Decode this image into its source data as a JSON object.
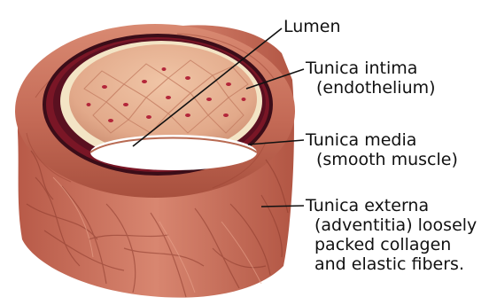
{
  "labels": {
    "lumen": "Lumen",
    "intima": {
      "line1": "Tunica intima",
      "line2": "(endothelium)"
    },
    "media": {
      "line1": "Tunica media",
      "line2": "(smooth muscle)"
    },
    "externa": {
      "line1": "Tunica externa",
      "line2": "(adventitia) loosely",
      "line3": "packed collagen",
      "line4": "and elastic fibers."
    }
  },
  "colors": {
    "adventitia": "#c96f5c",
    "adventitia_dark": "#9c4535",
    "media": "#7a1626",
    "media_dark": "#3b0d18",
    "intima": "#f3e4c5",
    "lumen_wall": "#e7b394",
    "lumen": "#ffffff",
    "leader_line": "#111111",
    "text": "#111111"
  }
}
